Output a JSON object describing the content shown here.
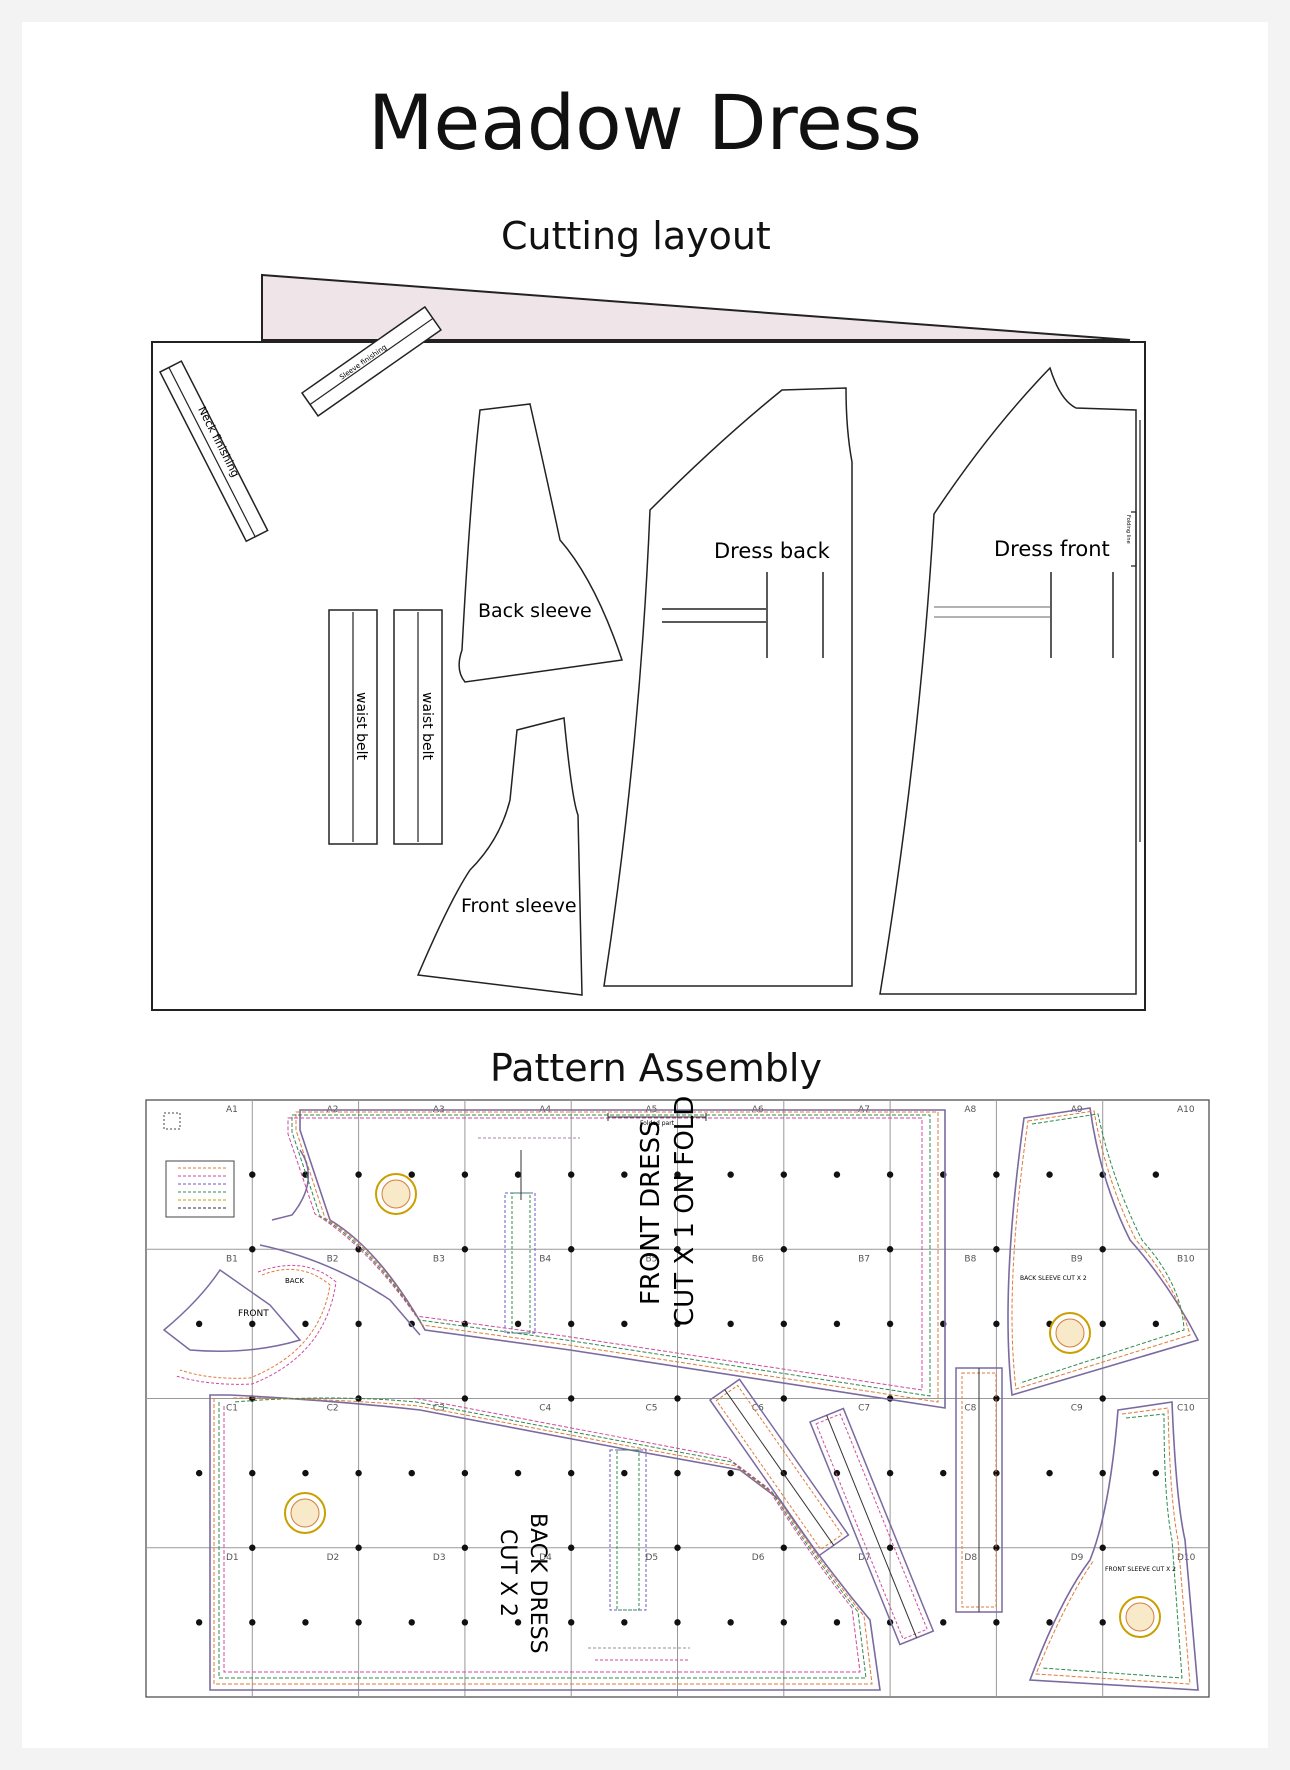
{
  "document": {
    "title": "Meadow Dress",
    "cutting_layout": {
      "heading": "Cutting layout",
      "pieces": {
        "neck_finishing": "Neck finishing",
        "sleeve_finishing": "Sleeve finishing",
        "back_sleeve": "Back sleeve",
        "front_sleeve": "Front sleeve",
        "dress_back": "Dress back",
        "dress_front": "Dress front",
        "waist_belt_1": "waist belt",
        "waist_belt_2": "waist belt",
        "folding_line": "Folding line"
      }
    },
    "pattern_assembly": {
      "heading": "Pattern Assembly",
      "columns": [
        "1",
        "2",
        "3",
        "4",
        "5",
        "6",
        "7",
        "8",
        "9",
        "10"
      ],
      "rows": [
        "A",
        "B",
        "C",
        "D"
      ],
      "folded_part": "Folded part",
      "front_dress_line1": "FRONT DRESS",
      "front_dress_line2": "CUT X 1 ON FOLD",
      "back_dress_line1": "BACK DRESS",
      "back_dress_line2": "CUT X 2",
      "back_sleeve_label": "BACK SLEEVE CUT X 2",
      "front_sleeve_label": "FRONT SLEEVE CUT X 2",
      "neck_back": "BACK",
      "neck_front": "FRONT"
    }
  }
}
